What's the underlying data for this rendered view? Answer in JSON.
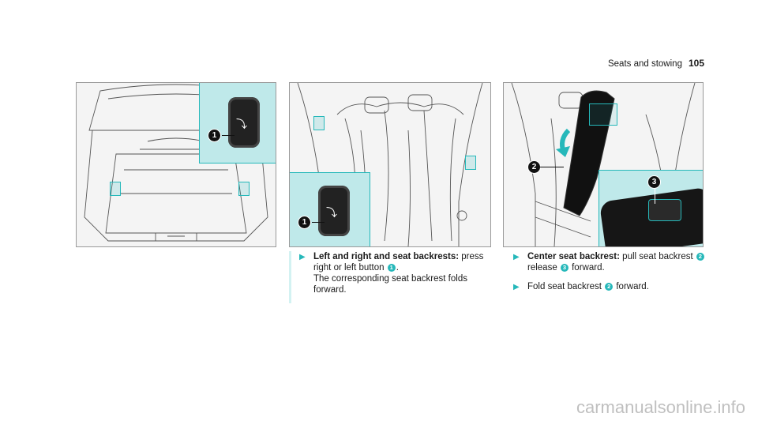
{
  "header": {
    "section": "Seats and stowing",
    "page": "105"
  },
  "illustrations": {
    "trunk": {
      "callout": "1"
    },
    "rear_seats": {
      "callout": "1"
    },
    "center_seat": {
      "callout_backrest": "2",
      "callout_handle": "3"
    }
  },
  "steps_left": [
    {
      "title": "Left and right and seat backrests:",
      "text_a": " press right or left button ",
      "ref": "1",
      "text_b": ".",
      "text_c": "The corresponding seat backrest folds forward."
    }
  ],
  "steps_right": [
    {
      "title": "Center seat backrest:",
      "text_a": " pull seat backrest ",
      "ref_a": "2",
      "text_b": " release ",
      "ref_b": "3",
      "text_c": " forward."
    },
    {
      "text_a": "Fold seat backrest ",
      "ref_a": "2",
      "text_b": " forward."
    }
  ],
  "colors": {
    "accent": "#26b8ba",
    "inset_bg": "#bfe9ea"
  },
  "watermark": "carmanualsonline.info"
}
